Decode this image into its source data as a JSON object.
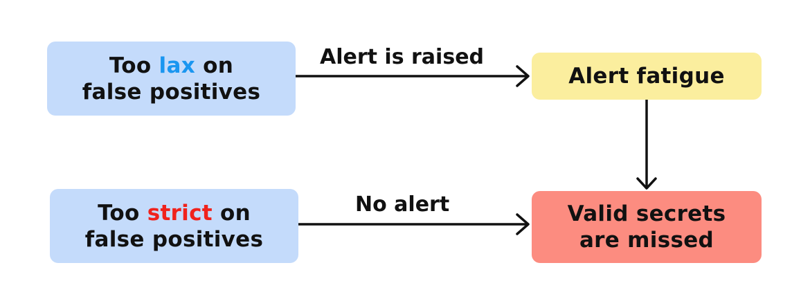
{
  "nodes": {
    "lax": {
      "prefix": "Too ",
      "keyword": "lax",
      "suffix": " on",
      "line2": "false positives",
      "keyword_color": "#1a96f0",
      "fill": "#c4dbfb"
    },
    "strict": {
      "prefix": "Too ",
      "keyword": "strict",
      "suffix": " on",
      "line2": "false positives",
      "keyword_color": "#f0221c",
      "fill": "#c4dbfb"
    },
    "fatigue": {
      "label": "Alert fatigue",
      "fill": "#fbee9e"
    },
    "missed": {
      "line1": "Valid secrets",
      "line2": "are missed",
      "fill": "#fc8c80"
    }
  },
  "edges": {
    "raised": {
      "from": "lax",
      "to": "fatigue",
      "label": "Alert is raised"
    },
    "fatigue_to_missed": {
      "from": "fatigue",
      "to": "missed",
      "label": ""
    },
    "no_alert": {
      "from": "strict",
      "to": "missed",
      "label": "No alert"
    }
  }
}
